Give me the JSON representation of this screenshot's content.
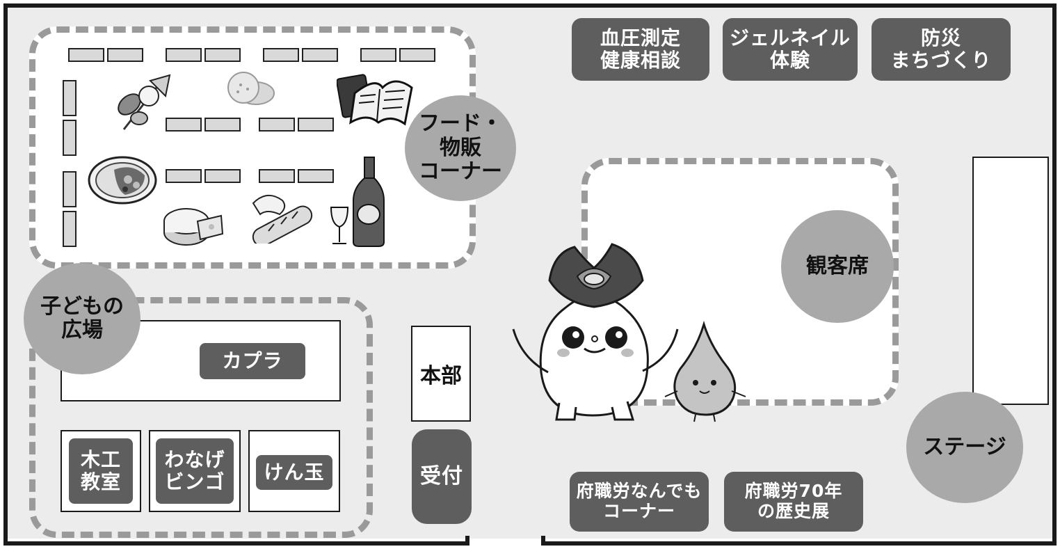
{
  "food_corner": {
    "title_lines": [
      "フード・",
      "物販",
      "コーナー"
    ],
    "icons": [
      "skewer-food-icon",
      "cookie-icon",
      "books-icon",
      "curry-plate-icon",
      "cheese-icon",
      "bread-icon",
      "wine-icon"
    ]
  },
  "booths_top": [
    {
      "lines": [
        "血圧測定",
        "健康相談"
      ]
    },
    {
      "lines": [
        "ジェルネイル",
        "体験"
      ]
    },
    {
      "lines": [
        "防災",
        "まちづくり"
      ]
    }
  ],
  "kids_area": {
    "title_lines": [
      "子どもの",
      "広場"
    ],
    "kapla": "カプラ",
    "woodwork_lines": [
      "木工",
      "教室"
    ],
    "wanage_lines": [
      "わなげ",
      "ビンゴ"
    ],
    "kendama": "けん玉"
  },
  "honbu": "本部",
  "uketsuke": "受付",
  "audience": "観客席",
  "stage": "ステージ",
  "booths_bottom": [
    {
      "lines": [
        "府職労なんでも",
        "コーナー"
      ]
    },
    {
      "lines": [
        "府職労70年",
        "の歴史展"
      ]
    }
  ],
  "mascots": [
    "lotus-mascot-icon",
    "water-drop-mascot-icon"
  ],
  "colors": {
    "label_bg": "#5e5e5e",
    "bubble_bg": "#a9a9a9",
    "floor": "#ececec",
    "dashed": "#9a9a9a"
  }
}
